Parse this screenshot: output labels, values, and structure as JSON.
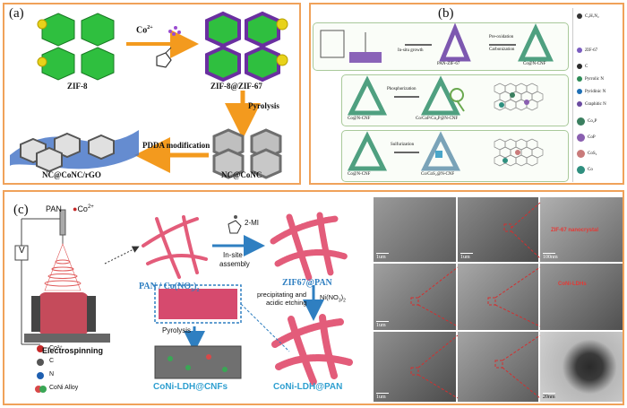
{
  "panel_a": {
    "label": "(a)",
    "ion": "Co",
    "ion_charge": "2+",
    "zif8": "ZIF-8",
    "zif8_zif67": "ZIF-8@ZIF-67",
    "pyrolysis": "Pyrolysis",
    "pdda": "PDDA modification",
    "nc_conc": "NC@CoNC",
    "final": "NC@CoNC/rGO"
  },
  "panel_b": {
    "label": "(b)",
    "row1": {
      "insitu": "In-situ growth",
      "pan_zif": "PAN-ZIF-67",
      "preox": "Pre-oxidation",
      "carb": "Carbonization",
      "product": "Co@N-CNF"
    },
    "row2": {
      "start": "Co@N-CNF",
      "step": "Phosphorization",
      "product": "Co/CoP/Co₂P@N-CNF"
    },
    "row3": {
      "start": "Co@N-CNF",
      "step": "Sulfurization",
      "product": "Co/CoS₂@N-CNF"
    },
    "legend": [
      {
        "label": "C₃H₇N₂",
        "color": "#333333"
      },
      {
        "label": "ZIF-67",
        "color": "#7a5cc0"
      },
      {
        "label": "C",
        "color": "#2b2b2b"
      },
      {
        "label": "Pyrrolic N",
        "color": "#2e8b57"
      },
      {
        "label": "Pyridinic N",
        "color": "#1e6fb5"
      },
      {
        "label": "Graphitic N",
        "color": "#6a4aa0"
      },
      {
        "label": "Co₂P",
        "color": "#3a7f5f"
      },
      {
        "label": "CoP",
        "color": "#8a5fb0"
      },
      {
        "label": "CoS₂",
        "color": "#c97a7a"
      },
      {
        "label": "Co",
        "color": "#2f8f7f"
      }
    ]
  },
  "panel_c": {
    "label": "(c)",
    "pan": "PAN",
    "ion": "Co",
    "ion_charge": "2+",
    "voltage": "V",
    "electrospinning": "Electrospinning",
    "pan_co_pre": "PAN / Co(NO",
    "pan_co_sub": "3",
    "pan_co_post": ")",
    "pan_co_sub2": "2",
    "reagent": "2-MI",
    "insite": "In-site",
    "assembly": "assembly",
    "zif67pan": "ZIF67@PAN",
    "precip1": "precipitating and",
    "precip2": "acidic etching",
    "nino": "Ni(NO",
    "nino_sub": "3",
    "nino_post": ")",
    "nino_sub2": "2",
    "pyrolysis": "Pyrolysis",
    "coni_cnfs": "CoNi-LDH@CNFs",
    "coni_pan": "CoNi-LDH@PAN",
    "legend": [
      {
        "label": "Co²⁺",
        "color": "#c62828"
      },
      {
        "label": "C",
        "color": "#555555"
      },
      {
        "label": "N",
        "color": "#1e5fb0"
      },
      {
        "label": "CoNi Alloy",
        "color": "#3aa655"
      }
    ],
    "sem_labels": {
      "s1": "1um",
      "s2": "1um",
      "s3": "100nm",
      "s3_note": "ZIF-67 nanocrystal",
      "s4": "1um",
      "s6_note": "CoNi-LDHs",
      "s7": "1um",
      "s9": "20nm"
    }
  }
}
